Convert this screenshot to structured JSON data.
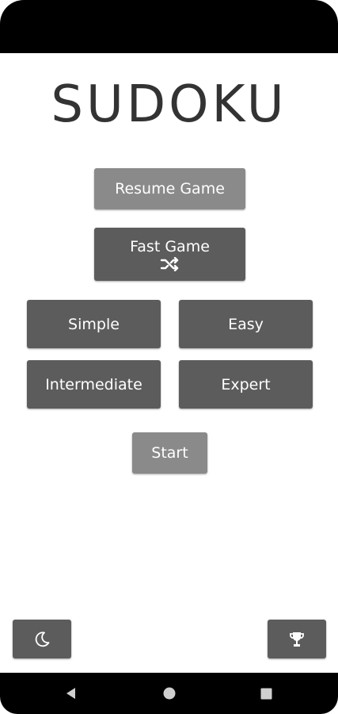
{
  "app": {
    "title": "SUDOKU"
  },
  "menu": {
    "resume_label": "Resume Game",
    "fast_game_label": "Fast Game"
  },
  "difficulty": {
    "options": [
      "Simple",
      "Easy",
      "Intermediate",
      "Expert"
    ]
  },
  "start_label": "Start",
  "bottom_buttons": {
    "left_icon": "moon-icon",
    "right_icon": "trophy-icon"
  },
  "navigation": {
    "icons": [
      "back-icon",
      "home-icon",
      "recents-icon"
    ]
  },
  "colors": {
    "button_dark": "#5c5c5c",
    "button_light": "#8a8a8a",
    "title": "#333333",
    "bars": "#000000"
  }
}
